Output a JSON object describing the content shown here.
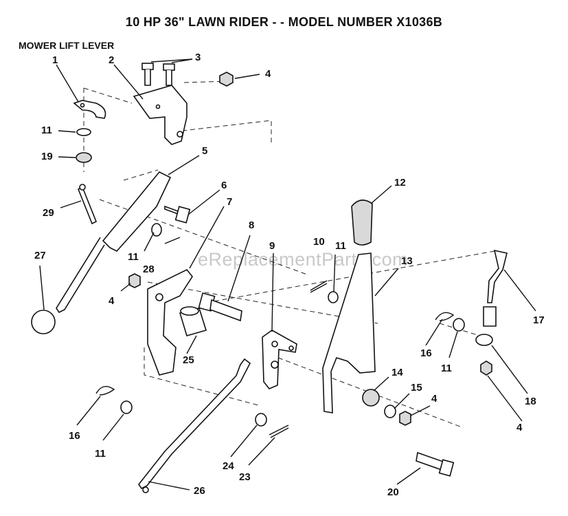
{
  "title": "10 HP 36\" LAWN RIDER - - MODEL NUMBER X1036B",
  "subtitle": "MOWER LIFT LEVER",
  "watermark": "eReplacementParts.com",
  "callouts": {
    "c1": "1",
    "c2": "2",
    "c3": "3",
    "c4a": "4",
    "c11a": "11",
    "c19": "19",
    "c5": "5",
    "c6": "6",
    "c29": "29",
    "c7": "7",
    "c27": "27",
    "c11b": "11",
    "c28": "28",
    "c4b": "4",
    "c8": "8",
    "c9": "9",
    "c10": "10",
    "c11c": "11",
    "c12": "12",
    "c13": "13",
    "c25": "25",
    "c17": "17",
    "c16a": "16",
    "c11d": "11",
    "c14": "14",
    "c15": "15",
    "c4c": "4",
    "c18": "18",
    "c16b": "16",
    "c11e": "11",
    "c4d": "4",
    "c24": "24",
    "c23": "23",
    "c20": "20",
    "c26": "26"
  }
}
